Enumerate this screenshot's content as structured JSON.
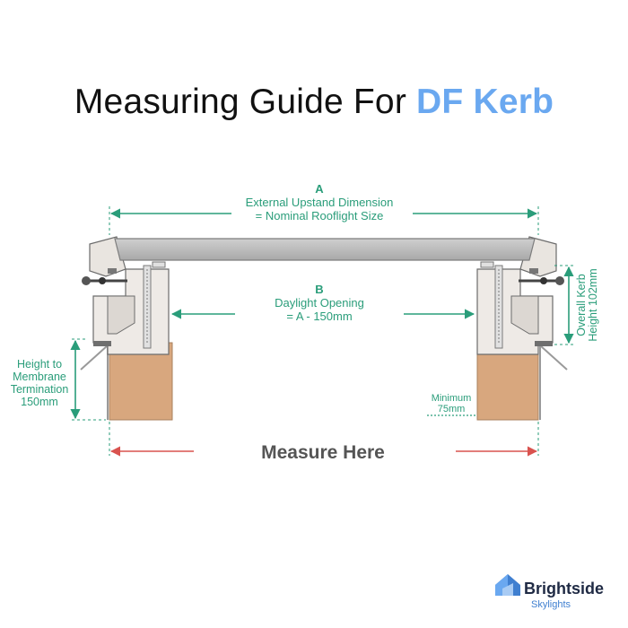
{
  "title": {
    "main": "Measuring Guide For ",
    "accent": "DF Kerb"
  },
  "dimensions": {
    "a": {
      "letter": "A",
      "line1": "External Upstand Dimension",
      "line2": "= Nominal Rooflight Size"
    },
    "b": {
      "letter": "B",
      "line1": "Daylight Opening",
      "line2": "= A - 150mm"
    },
    "membrane": {
      "line1": "Height to",
      "line2": "Membrane",
      "line3": "Termination",
      "line4": "150mm"
    },
    "kerb": {
      "line1": "Overall Kerb",
      "line2": "Height 102mm"
    },
    "minimum": {
      "line1": "Minimum",
      "line2": "75mm"
    }
  },
  "measure_here": "Measure Here",
  "brand": {
    "name": "Brightside",
    "sub": "Skylights"
  },
  "colors": {
    "dimension": "#2a9d7a",
    "measure": "#d9534f",
    "accent": "#6aa8f0",
    "timber": "#d8a77e"
  }
}
